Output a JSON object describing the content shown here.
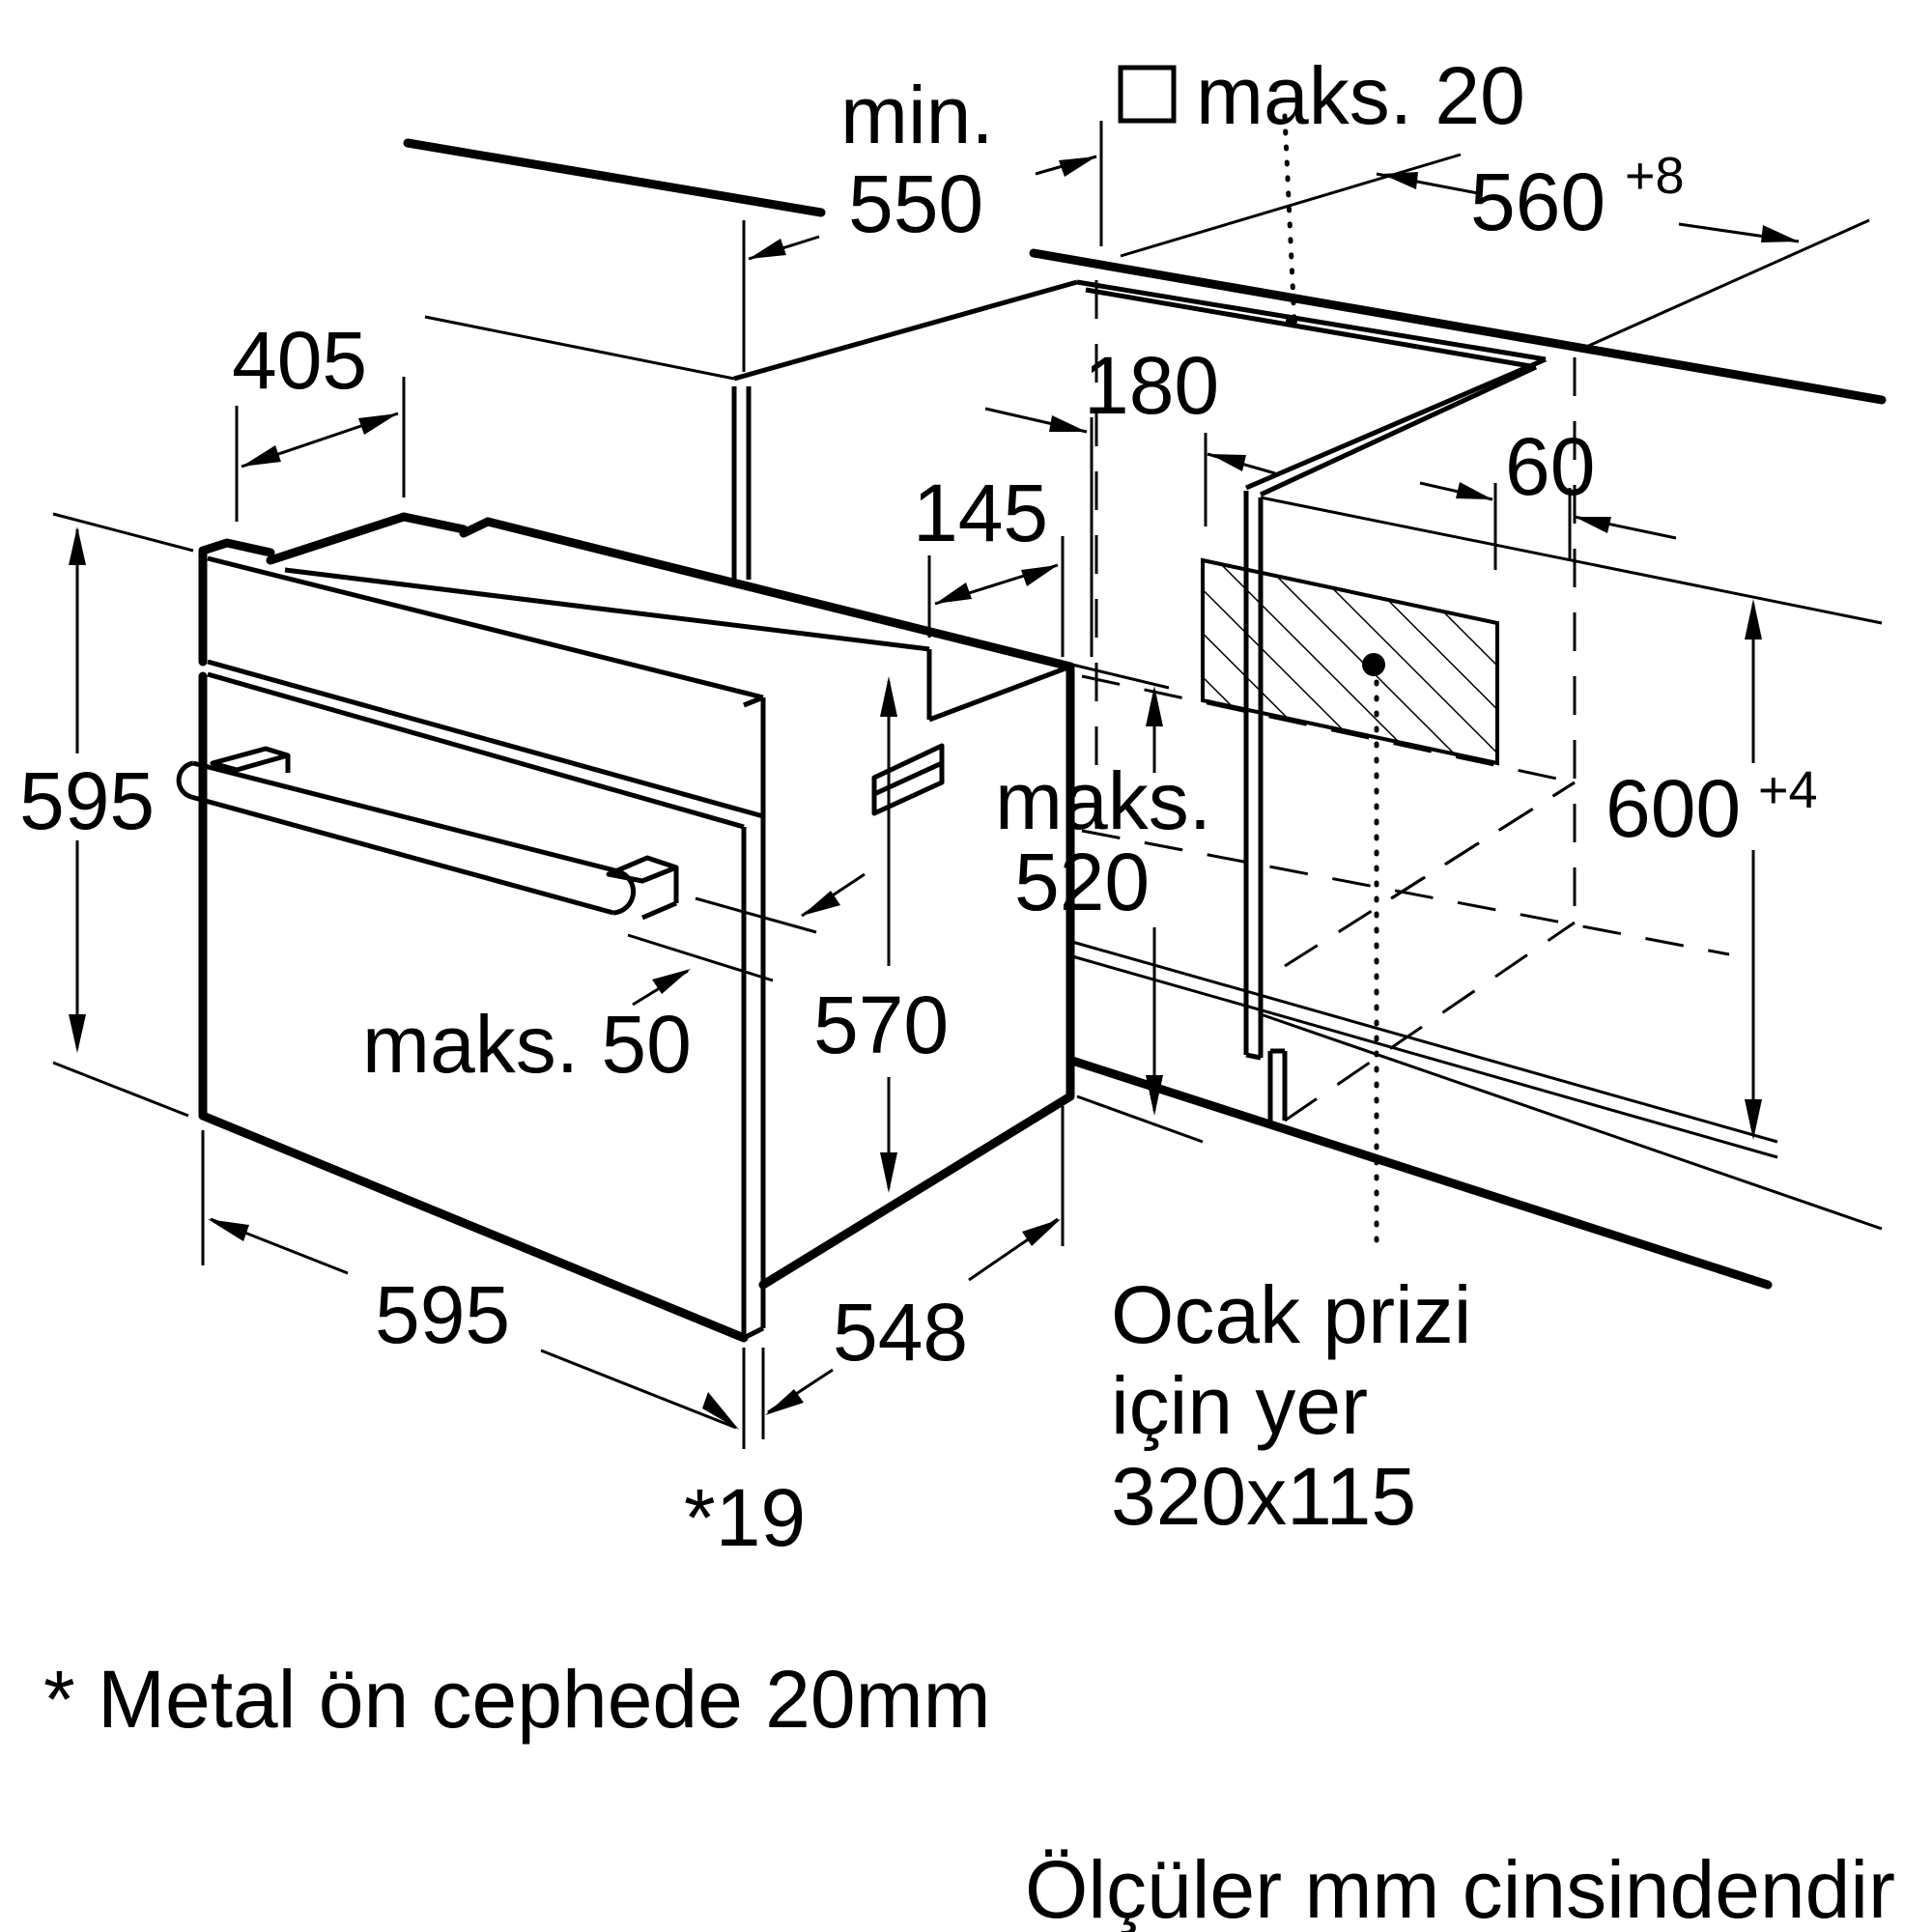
{
  "diagram": {
    "labels": {
      "min": "min.",
      "min_value": "550",
      "maks_20": "maks. 20",
      "w_560": "560",
      "w_560_sup": "+8",
      "d_405": "405",
      "d_180": "180",
      "d_60": "60",
      "d_145": "145",
      "h_595": "595",
      "maks_520_a": "maks.",
      "maks_520_b": "520",
      "h_600": "600",
      "h_600_sup": "+4",
      "maks_50": "maks. 50",
      "h_570": "570",
      "w_595": "595",
      "d_548": "548",
      "d_19": "*19",
      "socket_1": "Ocak prizi",
      "socket_2": "için yer",
      "socket_3": "320x115"
    },
    "footnote": "* Metal ön cephede 20mm",
    "units_note": "Ölçüler mm cinsindendir"
  }
}
